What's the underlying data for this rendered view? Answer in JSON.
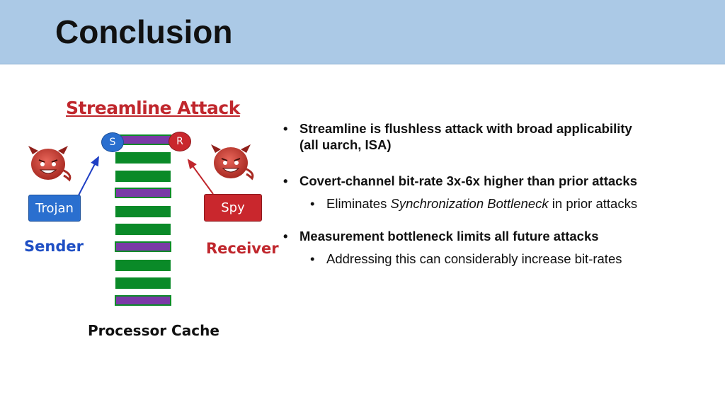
{
  "slide": {
    "title": "Conclusion"
  },
  "diagram": {
    "title": "Streamline Attack",
    "sender_box": "Trojan",
    "receiver_box": "Spy",
    "sender_label": "Sender",
    "receiver_label": "Receiver",
    "cache_label": "Processor Cache",
    "sender_marker": "S",
    "receiver_marker": "R",
    "colors": {
      "sender": "#2a6fcf",
      "receiver": "#c9272d",
      "cache_green": "#0a8a28",
      "cache_purple": "#7a3aa6",
      "header": "#abc9e6"
    },
    "icons": [
      "devil-icon-sender",
      "devil-icon-receiver"
    ]
  },
  "bullets": [
    {
      "text_line1": "Streamline is flushless attack with broad applicability",
      "text_line2": "(all uarch, ISA)"
    },
    {
      "text": "Covert-channel bit-rate 3x-6x higher than prior attacks",
      "sub": {
        "pre": "Eliminates ",
        "em": "Synchronization Bottleneck",
        "post": " in prior attacks"
      }
    },
    {
      "text": "Measurement bottleneck limits all future attacks",
      "sub": {
        "text": "Addressing this can considerably increase bit-rates"
      }
    }
  ]
}
